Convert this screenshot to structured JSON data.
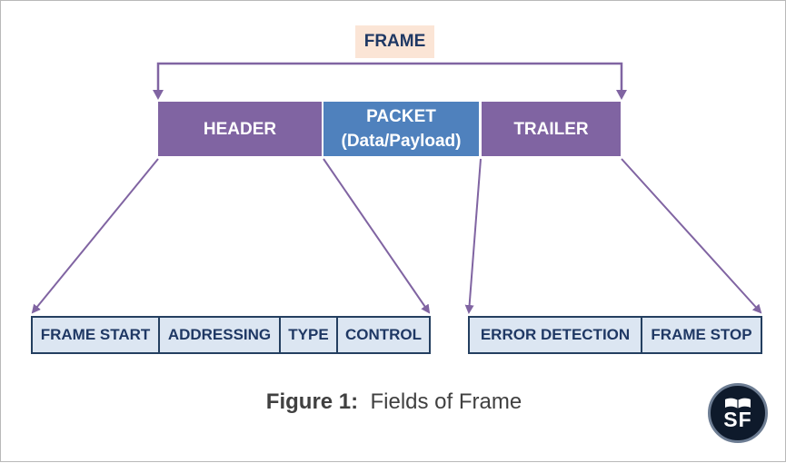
{
  "diagram": {
    "frame_label": "FRAME",
    "top_boxes": [
      {
        "label": "HEADER",
        "color": "#8064a2"
      },
      {
        "label_line1": "PACKET",
        "label_line2": "(Data/Payload)",
        "color": "#4f81bd"
      },
      {
        "label": "TRAILER",
        "color": "#8064a2"
      }
    ],
    "header_fields": [
      "FRAME START",
      "ADDRESSING",
      "TYPE",
      "CONTROL"
    ],
    "trailer_fields": [
      "ERROR DETECTION",
      "FRAME STOP"
    ],
    "arrow_color": "#8064a2",
    "field_fill": "#dce6f2",
    "field_border": "#243f60"
  },
  "caption": {
    "bold": "Figure 1:",
    "text": "Fields of Frame"
  },
  "logo": {
    "text": "SF",
    "icon": "book-icon"
  }
}
